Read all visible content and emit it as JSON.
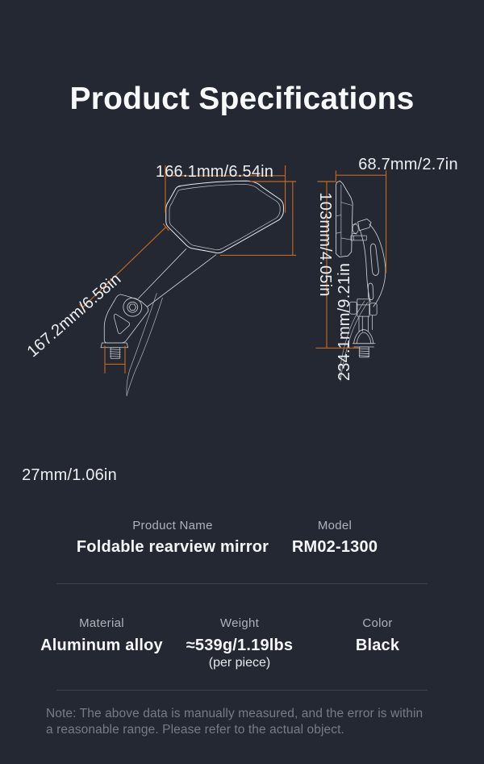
{
  "title": "Product Specifications",
  "colors": {
    "background": "#232833",
    "accent": "#c4671d",
    "line_bright": "#e8eaed",
    "line_dim": "#c3c8ce"
  },
  "diagram": {
    "front_view": {
      "mirror_width": "166.1mm/6.54in",
      "mirror_height": "103mm/4.05in",
      "arm_length": "167.2mm/6.58in",
      "bolt_width": "27mm/1.06in"
    },
    "side_view": {
      "depth": "68.7mm/2.7in",
      "total_height": "234.1mm/9.21in"
    }
  },
  "specs": {
    "product_name": {
      "label": "Product Name",
      "value": "Foldable rearview mirror"
    },
    "model": {
      "label": "Model",
      "value": "RM02-1300"
    },
    "material": {
      "label": "Material",
      "value": "Aluminum alloy"
    },
    "weight": {
      "label": "Weight",
      "value": "≈539g/1.19lbs",
      "sub": "(per piece)"
    },
    "color": {
      "label": "Color",
      "value": "Black"
    }
  },
  "note": {
    "line1": "Note: The above data is manually measured, and the error is within",
    "line2": "a reasonable range. Please refer to the actual object."
  }
}
